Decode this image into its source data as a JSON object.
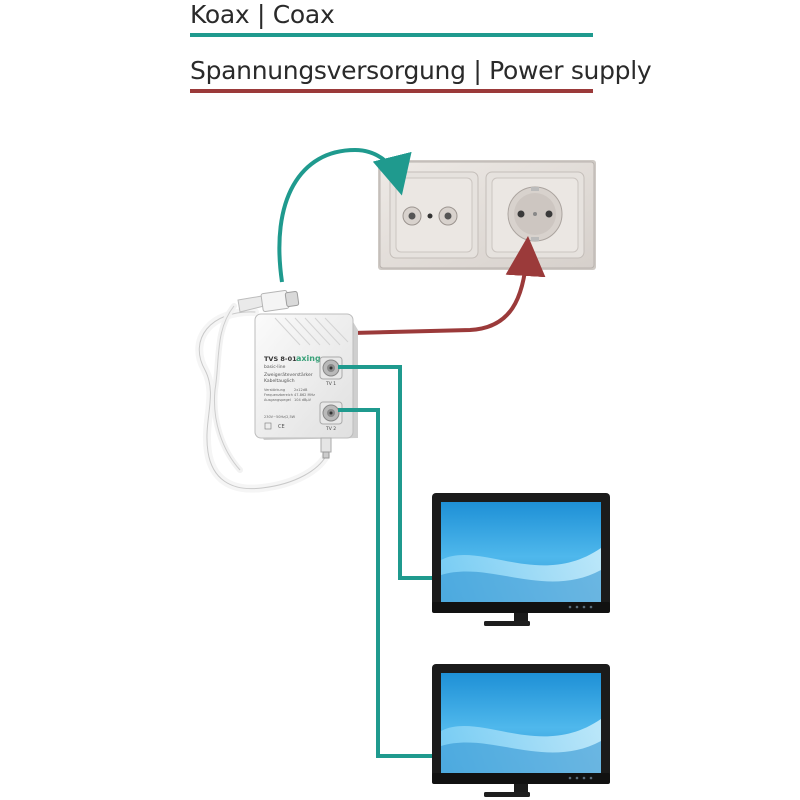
{
  "legend": {
    "coax_label": "Koax | Coax",
    "power_label": "Spannungsversorgung | Power supply",
    "coax_color": "#1f9a8e",
    "power_color": "#9b3a3a"
  },
  "amplifier": {
    "model": "TVS 8-01",
    "line": "basic-line",
    "brand": "axing",
    "description_de": "Zweigeräteverstärker",
    "description_de_2": "Kabeltauglich",
    "spec_gain_label": "Verstärkung",
    "spec_gain_value": "2x12dB",
    "spec_freq_label": "Frequenzbereich",
    "spec_freq_value": "47-862 MHz",
    "spec_level_label": "Ausgangspegel",
    "spec_level_value": "104 dBµV",
    "power_rating": "230V~50Hz/2,5W",
    "output_1": "TV 1",
    "output_2": "TV 2",
    "ce_mark": "CE"
  },
  "icons": {
    "wall_socket": "wall-socket-icon",
    "amplifier": "tv-amplifier-icon",
    "monitor": "flat-screen-monitor-icon",
    "arrow": "arrow-head-icon"
  }
}
